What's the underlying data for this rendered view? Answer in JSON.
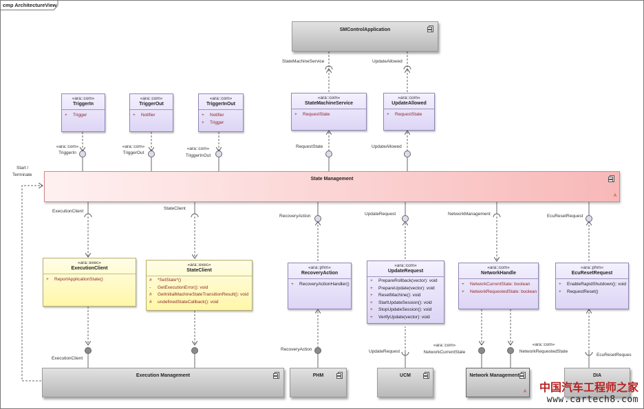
{
  "frame_title": "cmp ArchitectureView",
  "components": {
    "sm_control": "SMControlApplication",
    "state_management": "State Management",
    "execution_management": "Execution Management",
    "phm": "PHM",
    "ucm": "UCM",
    "network_management": "Network Management",
    "dia": "DIA",
    "abstract_mark": "A"
  },
  "interfaces": {
    "trigger_in": {
      "stereotype": "«ara::com»",
      "name": "TriggerIn",
      "attrs": [
        {
          "vis": "+",
          "text": "Trigger"
        }
      ]
    },
    "trigger_out": {
      "stereotype": "«ara::com»",
      "name": "TriggerOut",
      "attrs": [
        {
          "vis": "+",
          "text": "Notifier"
        }
      ]
    },
    "trigger_inout": {
      "stereotype": "«ara::com»",
      "name": "TriggerInOut",
      "attrs": [
        {
          "vis": "+",
          "text": "Notifier"
        },
        {
          "vis": "+",
          "text": "Trigger"
        }
      ]
    },
    "state_machine_service": {
      "stereotype": "«ara::com»",
      "name": "StateMachineService",
      "attrs": [
        {
          "vis": "+",
          "text": "RequestState"
        }
      ]
    },
    "update_allowed": {
      "stereotype": "«ara::com»",
      "name": "UpdateAllowed",
      "attrs": [
        {
          "vis": "+",
          "text": "RequestState"
        }
      ]
    },
    "execution_client": {
      "stereotype": "«ara::exec»",
      "name": "ExecutionClient",
      "attrs": [
        {
          "vis": "+",
          "text": "ReportApplicationState()"
        }
      ]
    },
    "state_client": {
      "stereotype": "«ara::exec»",
      "name": "StateClient",
      "attrs": [
        {
          "vis": "#",
          "text": "*SetState*()"
        },
        {
          "vis": "-",
          "text": "GetExecutionError(): void"
        },
        {
          "vis": "#",
          "text": "GetInitialMachineStateTransitionResult(): void"
        },
        {
          "vis": "#",
          "text": "undefinedStateCallback(): void"
        }
      ]
    },
    "recovery_action": {
      "stereotype": "«ara::phm»",
      "name": "RecoveryAction",
      "attrs": [
        {
          "vis": "+",
          "text": "RecoveryActionHandler()"
        }
      ]
    },
    "update_request": {
      "stereotype": "«ara::com»",
      "name": "UpdateRequest",
      "attrs": [
        {
          "vis": "+",
          "text": "PrepareRollback(vector): void"
        },
        {
          "vis": "+",
          "text": "PrepareUpdate(vector): void"
        },
        {
          "vis": "+",
          "text": "ResetMachine(): void"
        },
        {
          "vis": "+",
          "text": "StartUpdateSession(): void"
        },
        {
          "vis": "+",
          "text": "StopUpdateSession(): void"
        },
        {
          "vis": "+",
          "text": "VerifyUpdate(vector): void"
        }
      ]
    },
    "network_handle": {
      "stereotype": "«ara::com»",
      "name": "NetworkHandle",
      "attrs": [
        {
          "vis": "+",
          "text": "NetworkCurrentState: boolean"
        },
        {
          "vis": "+",
          "text": "NetworkRequestedState: boolean"
        }
      ]
    },
    "ecu_reset_request": {
      "stereotype": "«ara::phm»",
      "name": "EcuResetRequest",
      "attrs": [
        {
          "vis": "+",
          "text": "EnableRapidShutdown(): void"
        },
        {
          "vis": "+",
          "text": "RequestReset()"
        }
      ]
    }
  },
  "port_labels": {
    "state_machine_service": "StateMachineService",
    "update_allowed_top": "UpdateAllowed",
    "trigger_in_stereo": "«ara::com»",
    "trigger_in": "TriggerIn",
    "trigger_out_stereo": "«ara::com»",
    "trigger_out": "TriggerOut",
    "trigger_inout_stereo": "«ara::com»",
    "trigger_inout": "TriggerInOut",
    "request_state": "RequestState",
    "update_allowed_mid": "UpdateAllowed",
    "start_terminate_1": "Start /",
    "start_terminate_2": "Terminate",
    "execution_client_top": "ExecutionClient",
    "state_client_top": "StateClient",
    "recovery_action_top": "RecoveryAction",
    "update_request_top": "UpdateRequest",
    "network_management_top": "NetworkManagement",
    "ecu_reset_request_top": "EcuResetRequest",
    "execution_client_bottom": "ExecutionClient",
    "recovery_action_bottom": "RecoveryAction",
    "update_request_bottom": "UpdateRequest",
    "network_current_stereo": "«ara::com»",
    "network_current_state": "NetworkCurrentState",
    "network_requested_stereo": "«ara::com»",
    "network_requested_state": "NetworkRequestedState",
    "ecu_reset_reques": "EcuResetReques"
  },
  "watermark": {
    "line1": "中国汽车工程师之家",
    "line2": "www.cartech8.com"
  }
}
